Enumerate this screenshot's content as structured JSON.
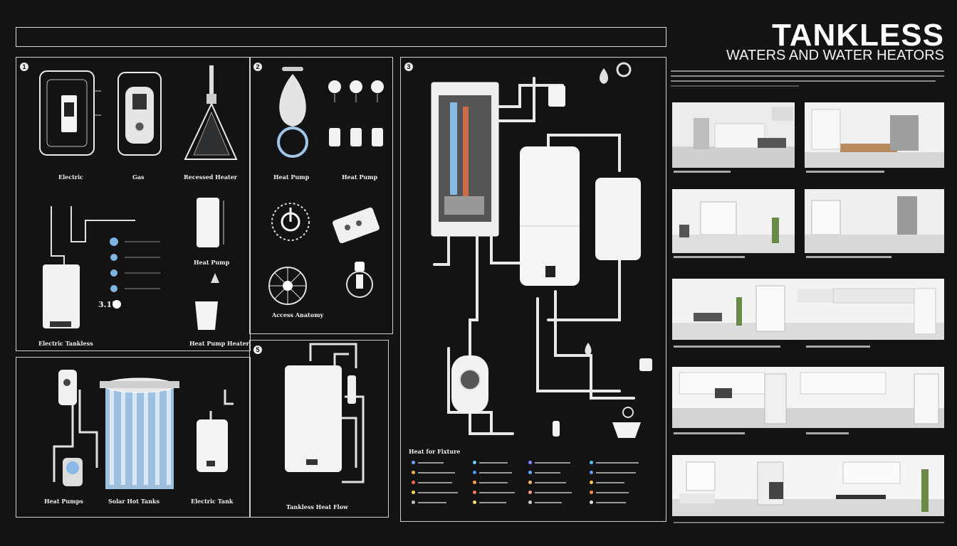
{
  "header": {
    "title": "TANKLESS",
    "subtitle": "WATERS AND WATER HEATORS"
  },
  "panels": {
    "p1": {
      "number": "1",
      "labels": {
        "electric": "Electric",
        "gas": "Gas",
        "gas3": "Recessed Heater",
        "unit_bl": "Electric Tankless",
        "readout": "3.1°5",
        "unit_bm": "Heat Pump",
        "unit_bm2": "Heat Pump Heater"
      }
    },
    "p2": {
      "number": "2",
      "labels": {
        "heat_pump_a": "Heat Pump",
        "heat_pump_b": "Heat Pump",
        "access": "Access Anatomy"
      }
    },
    "p3": {
      "number": "3",
      "legend_title": "Heat for Fixture"
    },
    "p4": {
      "labels": {
        "bottom_left": "Heat Pumps",
        "bottom_mid": "Solar Hot Tanks",
        "bottom_right": "Electric Tank"
      }
    },
    "p5": {
      "number": "5",
      "bottom": "Tankless Heat Flow"
    }
  },
  "icons": {
    "heater": "tankless-heater-icon",
    "faucet": "faucet-icon",
    "gauge": "gauge-icon",
    "pipe": "pipe-icon"
  },
  "colors": {
    "background": "#131313",
    "line": "#d9d9d9",
    "appliance": "#f4f4f4",
    "accent_blue": "#7fb3e0"
  }
}
